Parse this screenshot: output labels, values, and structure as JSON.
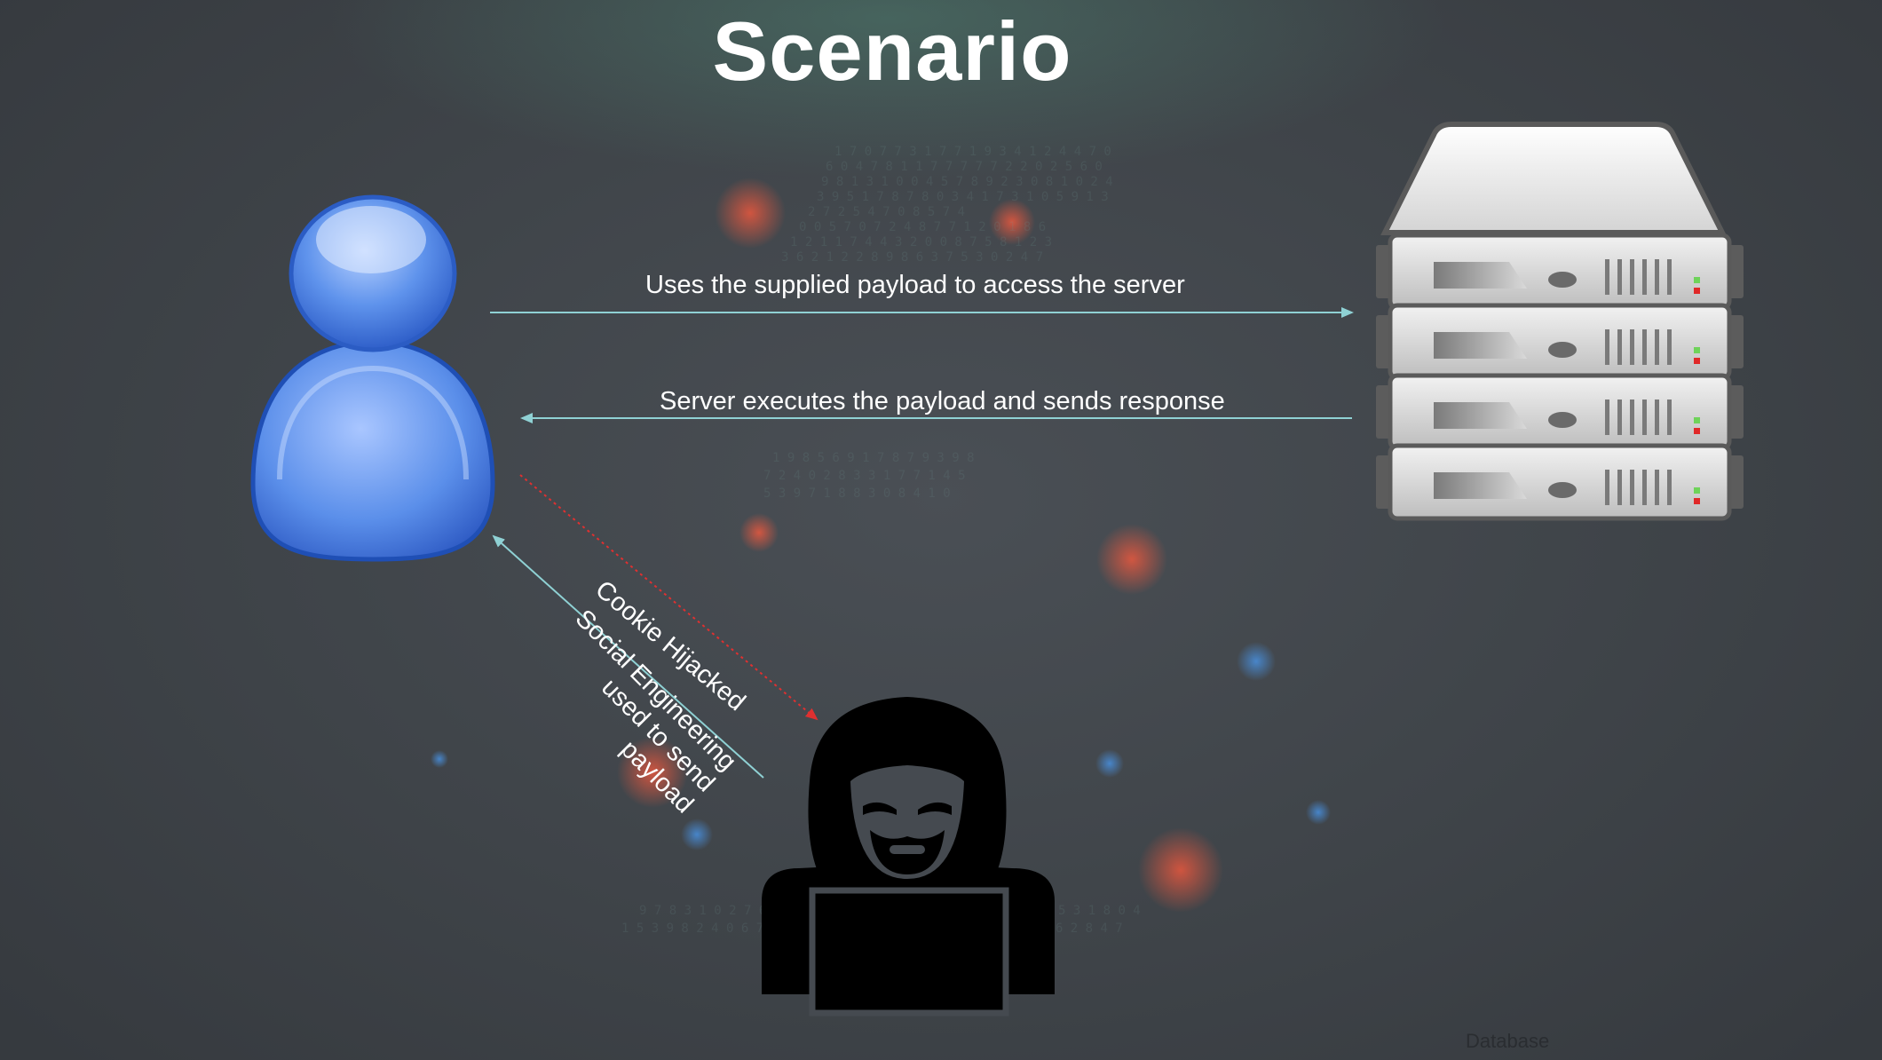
{
  "title": "Scenario",
  "edges": {
    "uses_payload": "Uses the supplied payload to access the server",
    "server_response": "Server executes the payload and sends response",
    "cookie_hijacked": "Cookie Hijacked",
    "social_engineering": "Social Engineering\nused to send\npayload"
  },
  "nodes": {
    "user": "user-icon",
    "server": "server-rack-icon",
    "hacker": "hacker-icon"
  },
  "footer_label": "Database",
  "colors": {
    "arrow": "#8fd1d4",
    "hijack_arrow": "#e03030",
    "user_blue": "#4a7fe0"
  }
}
